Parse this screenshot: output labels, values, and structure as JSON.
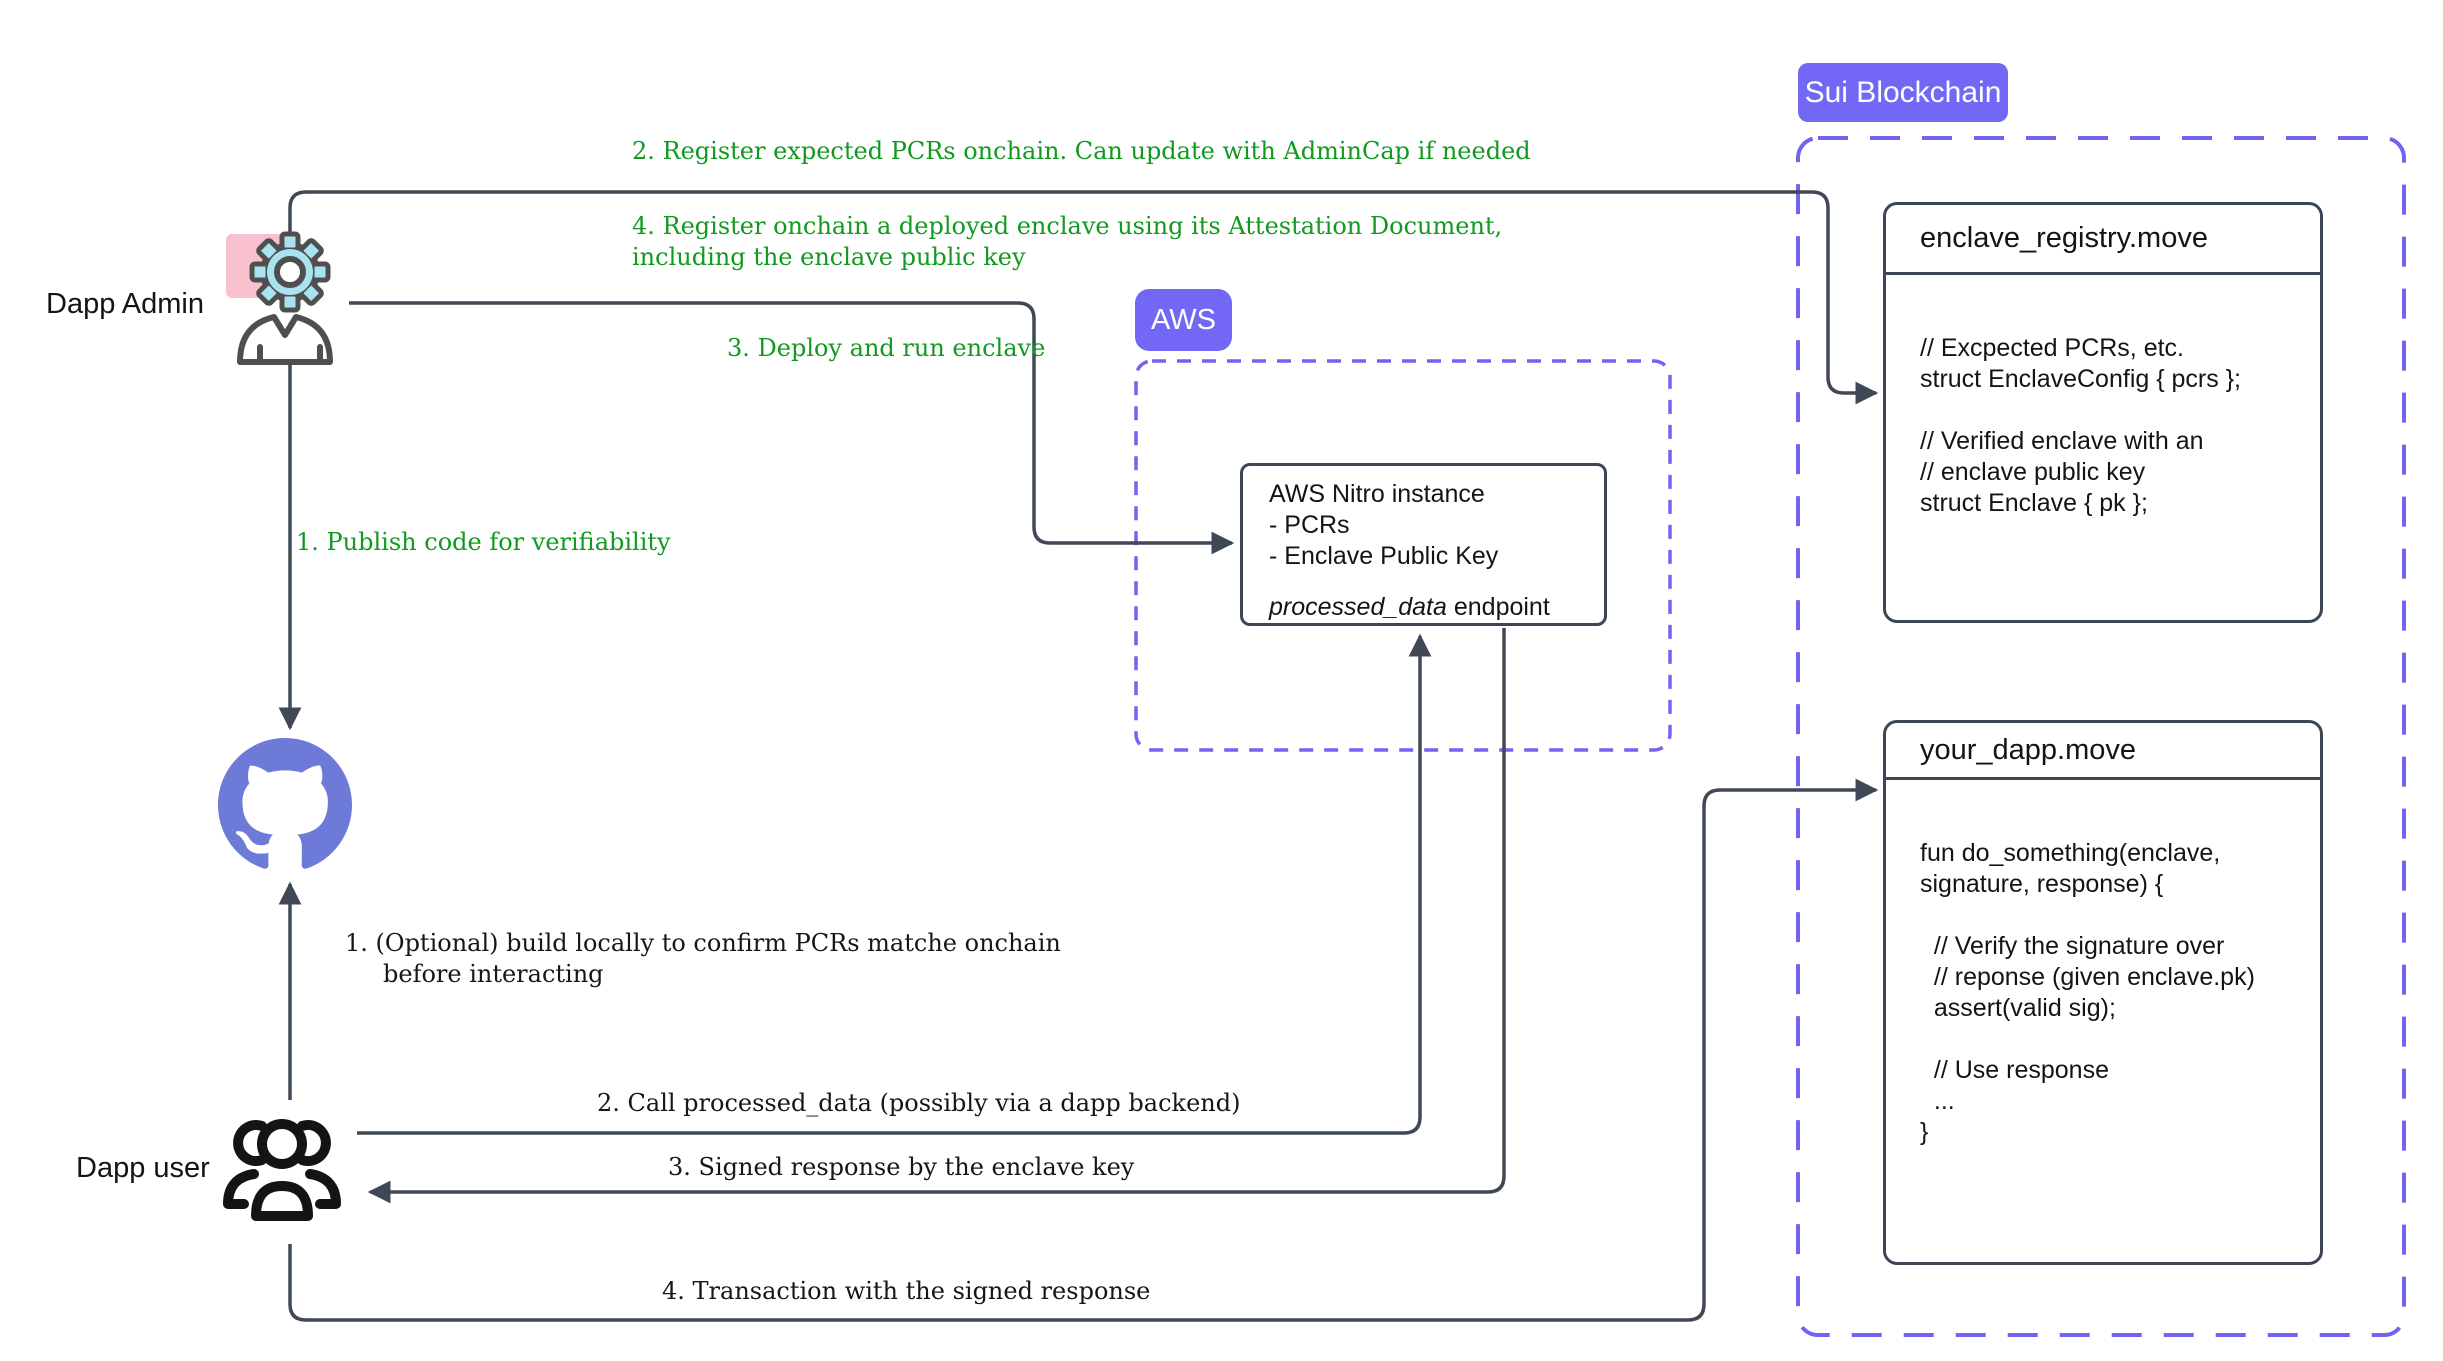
{
  "actors": {
    "dapp_admin": "Dapp Admin",
    "dapp_user": "Dapp user"
  },
  "badges": {
    "sui": "Sui Blockchain",
    "aws": "AWS"
  },
  "admin_flows": {
    "publish_code": "1. Publish code for verifiability",
    "register_pcrs": "2. Register expected PCRs onchain. Can update with AdminCap if needed",
    "deploy_enclave": "3. Deploy and run enclave",
    "register_enclave": "4. Register onchain a deployed enclave using its Attestation Document, including the enclave public key"
  },
  "user_flows": {
    "build_locally": "1. (Optional) build locally to confirm PCRs matche onchain before interacting",
    "call_endpoint": "2. Call processed_data (possibly via a dapp backend)",
    "signed_response": "3. Signed response by the enclave key",
    "transaction": "4. Transaction with the signed response"
  },
  "nitro_box": {
    "title": "AWS Nitro instance",
    "bullet1": "- PCRs",
    "bullet2": "- Enclave Public Key",
    "endpoint_name": "processed_data",
    "endpoint_suffix": " endpoint"
  },
  "registry_box": {
    "title": "enclave_registry.move",
    "code": "// Excpected PCRs, etc.\nstruct EnclaveConfig { pcrs };\n\n// Verified enclave with an\n// enclave public key\nstruct Enclave { pk };"
  },
  "dapp_box": {
    "title": "your_dapp.move",
    "code": "fun do_something(enclave,\nsignature, response) {\n\n  // Verify the signature over\n  // reponse (given enclave.pk)\n  assert(valid sig);\n\n  // Use response\n  ...\n}"
  },
  "colors": {
    "connector": "#3f4854",
    "accent_purple": "#7268f5",
    "dash_purple": "#7064f0",
    "green_text": "#12991f",
    "github_blue": "#6e7ad8",
    "admin_pink": "#f9c0cd",
    "gear_cyan": "#a9e3f0"
  }
}
